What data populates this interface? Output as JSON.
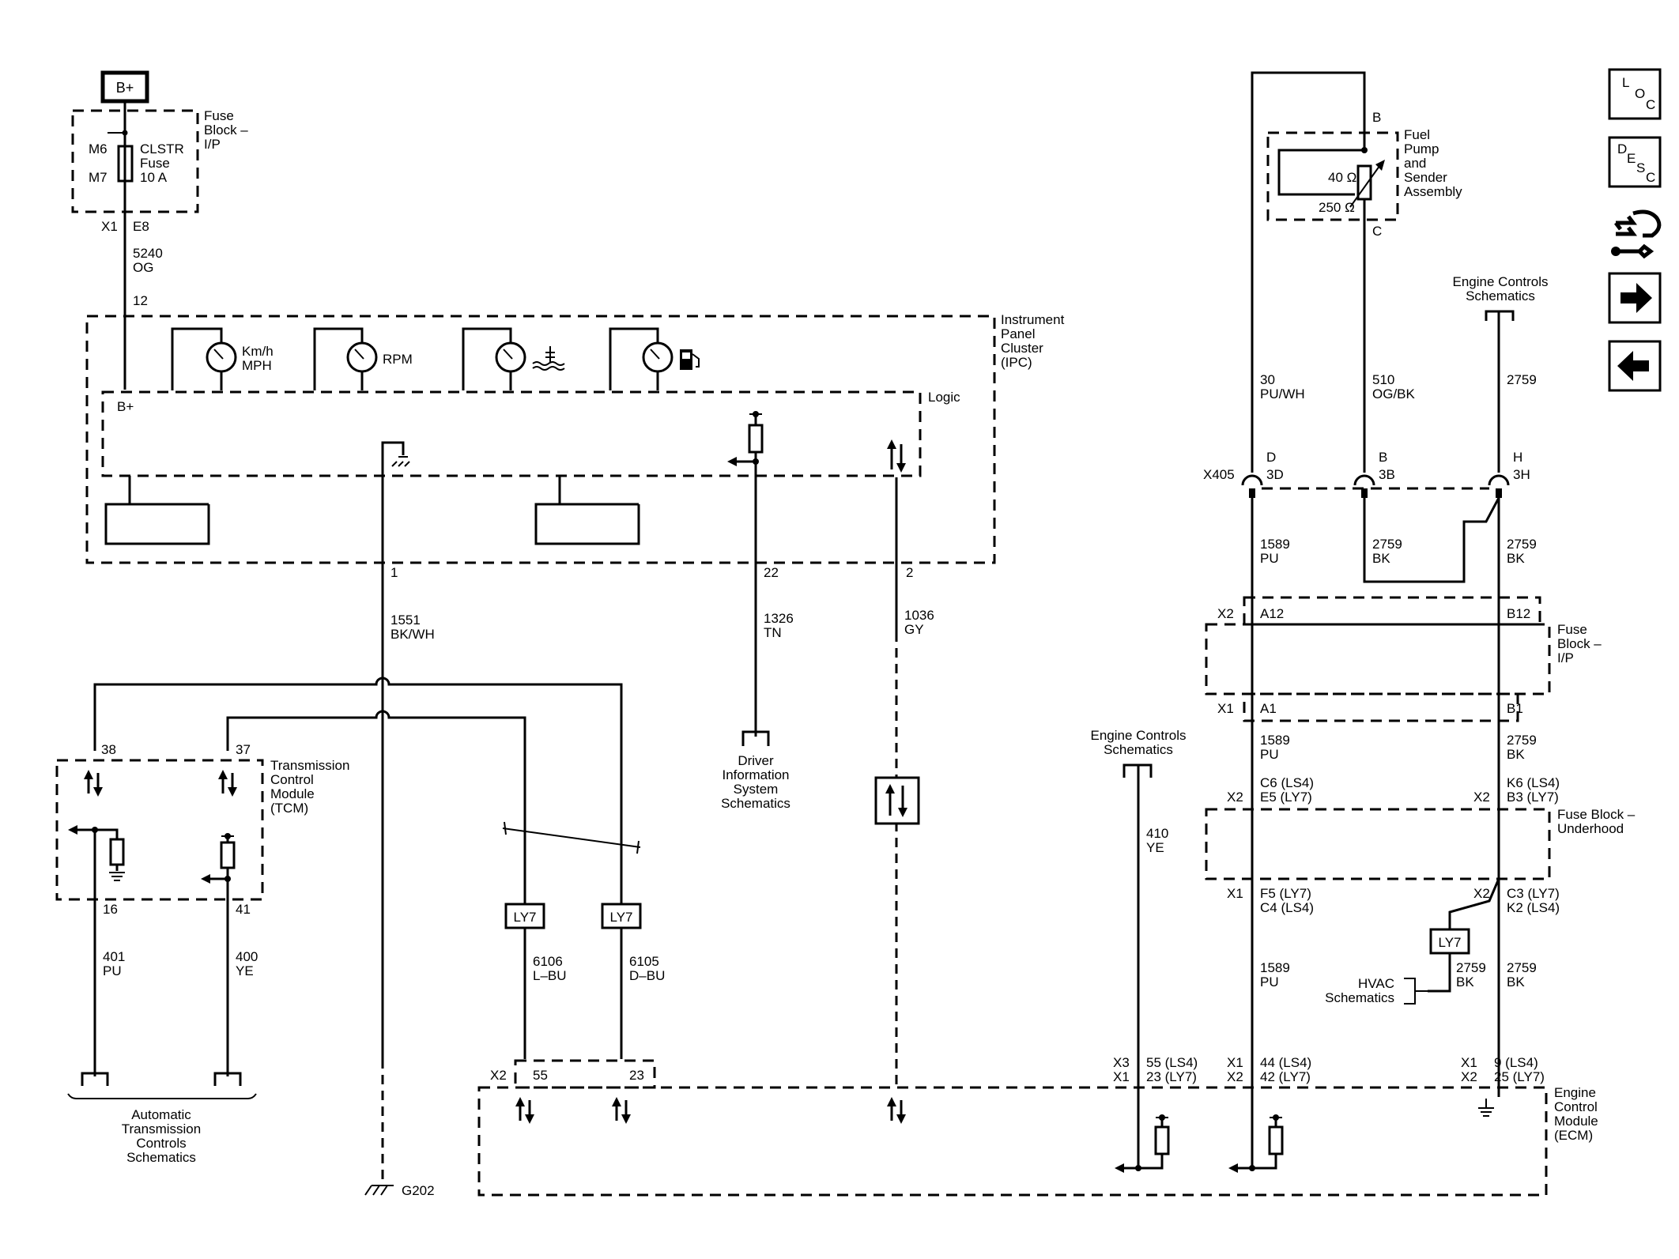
{
  "top_left": {
    "bplus_box": "B+",
    "fuse_block_ip": [
      "Fuse",
      "Block –",
      "I/P"
    ],
    "m6": "M6",
    "m7": "M7",
    "fuse_label": [
      "CLSTR",
      "Fuse",
      "10 A"
    ],
    "x1": "X1",
    "e8": "E8",
    "wire_5240": [
      "5240",
      "OG"
    ],
    "pin_12": "12"
  },
  "ipc": {
    "title": [
      "Instrument",
      "Panel",
      "Cluster",
      "(IPC)"
    ],
    "logic": "Logic",
    "bplus": "B+",
    "gauge_speed": [
      "Km/h",
      "MPH"
    ],
    "gauge_rpm": "RPM",
    "pin_1": "1",
    "pin_22": "22",
    "pin_2": "2"
  },
  "mid_wires": {
    "w1551": [
      "1551",
      "BK/WH"
    ],
    "w1326": [
      "1326",
      "TN"
    ],
    "w1036": [
      "1036",
      "GY"
    ],
    "dis": [
      "Driver",
      "Information",
      "System",
      "Schematics"
    ],
    "g202": "G202"
  },
  "tcm": {
    "title": [
      "Transmission",
      "Control",
      "Module",
      "(TCM)"
    ],
    "pin38": "38",
    "pin37": "37",
    "pin16": "16",
    "pin41": "41",
    "w401": [
      "401",
      "PU"
    ],
    "w400": [
      "400",
      "YE"
    ],
    "atc": [
      "Automatic",
      "Transmission",
      "Controls",
      "Schematics"
    ]
  },
  "ly7_wires": {
    "ly7": "LY7",
    "w6106": [
      "6106",
      "L–BU"
    ],
    "w6105": [
      "6105",
      "D–BU"
    ],
    "x2": "X2",
    "p55": "55",
    "p23": "23"
  },
  "ecm": {
    "title": [
      "Engine",
      "Control",
      "Module",
      "(ECM)"
    ],
    "ecs_a": [
      "Engine Controls",
      "Schematics"
    ],
    "w410": [
      "410",
      "YE"
    ],
    "x3": "X3",
    "x1a": "X1",
    "p55_ls4": "55 (LS4)",
    "p23_ly7": "23 (LY7)",
    "x1b": "X1",
    "x2b": "X2",
    "p44_ls4": "44 (LS4)",
    "p42_ly7": "42 (LY7)",
    "x1c": "X1",
    "x2c": "X2",
    "p9_ls4": "9 (LS4)",
    "p25_ly7": "25 (LY7)"
  },
  "fuel": {
    "title": [
      "Fuel",
      "Pump",
      "and",
      "Sender",
      "Assembly"
    ],
    "b": "B",
    "c": "C",
    "r40": "40 Ω",
    "r250": "250 Ω",
    "ecs_b": [
      "Engine Controls",
      "Schematics"
    ],
    "w30": [
      "30",
      "PU/WH"
    ],
    "w510": [
      "510",
      "OG/BK"
    ],
    "w2759": "2759"
  },
  "x405": {
    "label": "X405",
    "d": "D",
    "b": "B",
    "h": "H",
    "p3d": "3D",
    "p3b": "3B",
    "p3h": "3H"
  },
  "right_col": {
    "w1589_pu_a": [
      "1589",
      "PU"
    ],
    "w2759_bk_a": [
      "2759",
      "BK"
    ],
    "w2759_bk_b": [
      "2759",
      "BK"
    ],
    "x2_top": "X2",
    "a12": "A12",
    "b12": "B12",
    "fuse_ip": [
      "Fuse",
      "Block –",
      "I/P"
    ],
    "x1_top": "X1",
    "a1": "A1",
    "b1": "B1",
    "w1589_pu_b": [
      "1589",
      "PU"
    ],
    "w2759_bk_c": [
      "2759",
      "BK"
    ],
    "x2_l": "X2",
    "c6": "C6 (LS4)",
    "e5": "E5 (LY7)",
    "x2_r": "X2",
    "k6": "K6 (LS4)",
    "b3": "B3 (LY7)",
    "fuse_uh": [
      "Fuse Block –",
      "Underhood"
    ],
    "x1_l": "X1",
    "f5": "F5 (LY7)",
    "c4": "C4 (LS4)",
    "x2_r2": "X2",
    "c3": "C3 (LY7)",
    "k2": "K2 (LS4)",
    "ly7": "LY7",
    "w1589_pu_c": [
      "1589",
      "PU"
    ],
    "w2759_bk_d": [
      "2759",
      "BK"
    ],
    "w2759_bk_e": [
      "2759",
      "BK"
    ],
    "hvac": [
      "HVAC",
      "Schematics"
    ]
  },
  "nav": {
    "loc": [
      "L",
      "O",
      "C"
    ],
    "desc": [
      "D",
      "E",
      "S",
      "C"
    ]
  }
}
